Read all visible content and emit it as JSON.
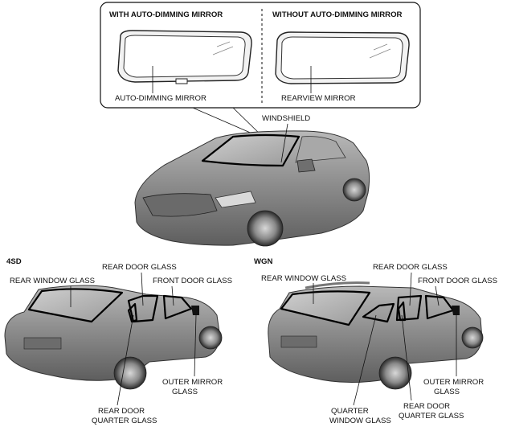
{
  "inset": {
    "left_heading": "WITH AUTO-DIMMING MIRROR",
    "right_heading": "WITHOUT AUTO-DIMMING MIRROR",
    "left_label": "AUTO-DIMMING MIRROR",
    "right_label": "REARVIEW MIRROR"
  },
  "front_view": {
    "windshield_label": "WINDSHIELD"
  },
  "sedan": {
    "heading": "4SD",
    "rear_window": "REAR WINDOW GLASS",
    "rear_door": "REAR DOOR GLASS",
    "front_door": "FRONT DOOR GLASS",
    "outer_mirror_1": "OUTER MIRROR",
    "outer_mirror_2": "GLASS",
    "quarter_1": "REAR DOOR",
    "quarter_2": "QUARTER GLASS"
  },
  "wagon": {
    "heading": "WGN",
    "rear_window": "REAR WINDOW GLASS",
    "rear_door": "REAR DOOR GLASS",
    "front_door": "FRONT DOOR GLASS",
    "outer_mirror_1": "OUTER MIRROR",
    "outer_mirror_2": "GLASS",
    "quarter_door_1": "REAR DOOR",
    "quarter_door_2": "QUARTER GLASS",
    "quarter_window_1": "QUARTER",
    "quarter_window_2": "WINDOW GLASS"
  }
}
